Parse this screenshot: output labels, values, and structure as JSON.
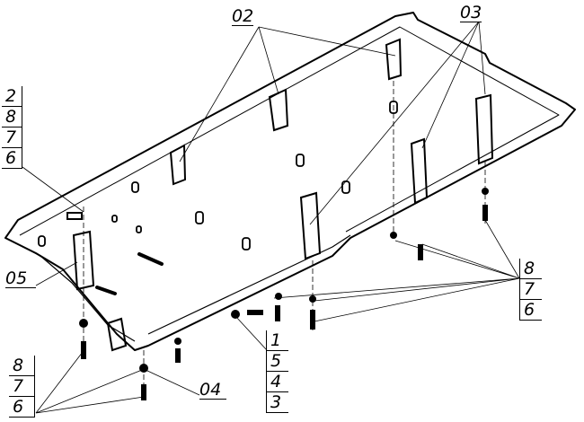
{
  "drawing": {
    "callouts": {
      "part_02": "02",
      "part_03": "03",
      "part_04": "04",
      "part_05": "05"
    },
    "stacks": {
      "left_top": [
        "2",
        "8",
        "7",
        "6"
      ],
      "right": [
        "8",
        "7",
        "6"
      ],
      "bottom_center": [
        "1",
        "5",
        "4",
        "3"
      ],
      "bottom_left": [
        "8",
        "7",
        "6"
      ]
    }
  }
}
